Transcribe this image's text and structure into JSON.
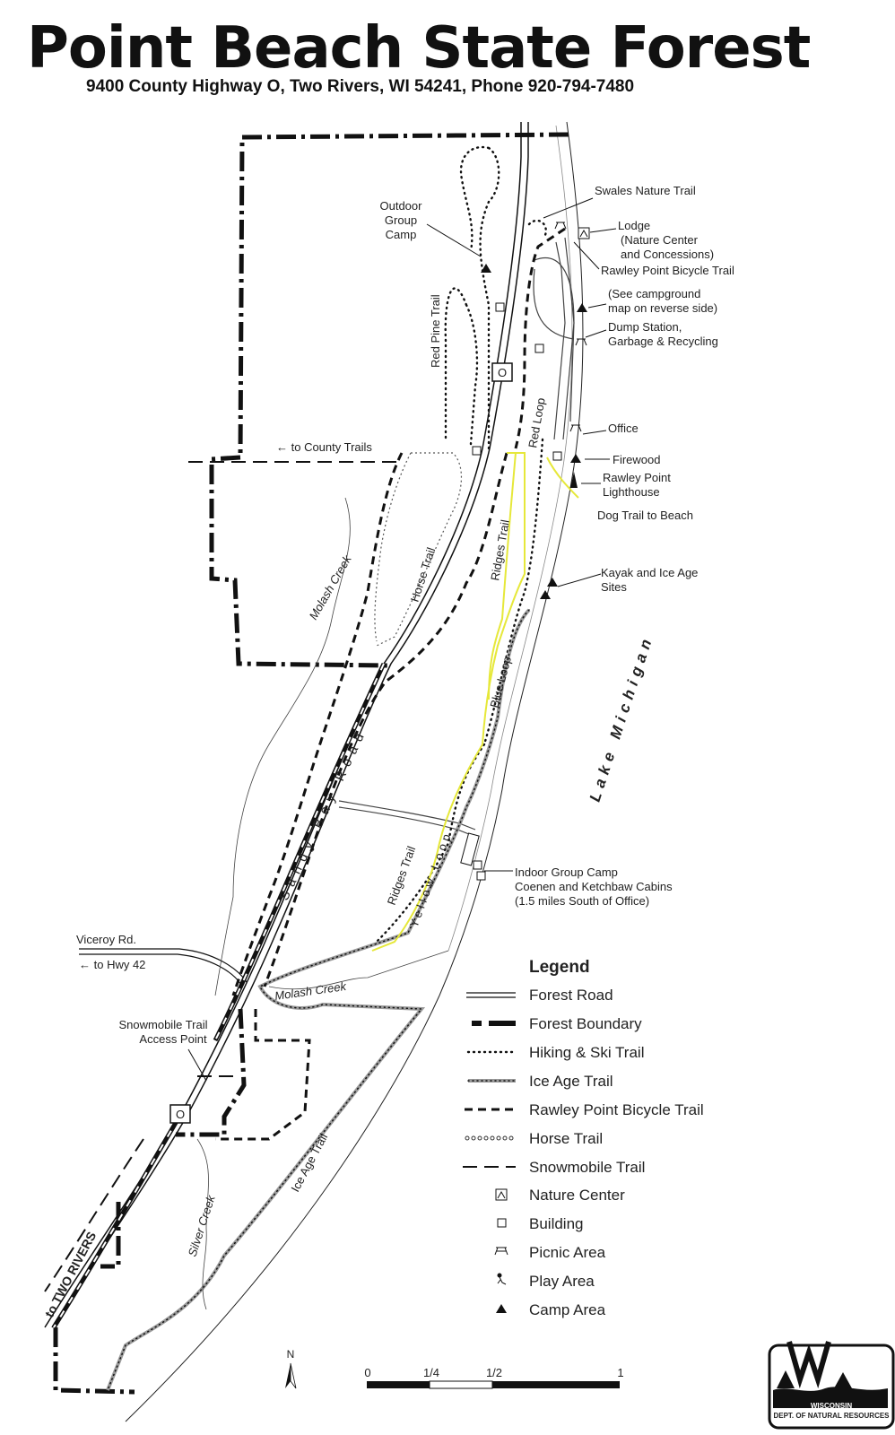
{
  "header": {
    "title": "Point Beach State Forest",
    "subtitle": "9400 County Highway O, Two Rivers, WI 54241, Phone 920-794-7480"
  },
  "map_labels": {
    "swales": "Swales Nature Trail",
    "outdoor1": "Outdoor",
    "outdoor2": "Group",
    "outdoor3": "Camp",
    "lodge1": "Lodge",
    "lodge2": "(Nature Center",
    "lodge3": "and Concessions)",
    "rawley_bike": "Rawley Point Bicycle Trail",
    "campground1": "(See campground",
    "campground2": "map on reverse side)",
    "dump1": "Dump Station,",
    "dump2": "Garbage & Recycling",
    "office": "Office",
    "firewood": "Firewood",
    "lighthouse1": "Rawley Point",
    "lighthouse2": "Lighthouse",
    "dogtrail": "Dog Trail to Beach",
    "county_trails": "← to County Trails",
    "kayak1": "Kayak and Ice Age",
    "kayak2": "Sites",
    "red_pine_trail": "Red Pine Trail",
    "red_loop": "Red Loop",
    "horse_trail": "Horse Trail",
    "ridges_trail_north": "Ridges Trail",
    "blue_loop": "Blue Loop",
    "molash_creek_north": "Molash Creek",
    "lake_michigan": "Lake Michigan",
    "sandy_bay_road": "Sandy Bay Road",
    "ridges_trail_south": "Ridges Trail",
    "yellow_loop": "Yellow Loop",
    "indoor1": "Indoor Group Camp",
    "indoor2": "Coenen and Ketchbaw Cabins",
    "indoor3": "(1.5 miles South of Office)",
    "viceroy": "Viceroy   Rd.",
    "hwy42": "←  to Hwy 42",
    "molash_creek_south": "Molash  Creek",
    "snowmobile1": "Snowmobile Trail",
    "snowmobile2": "Access Point",
    "ice_age_trail": "Ice Age Trail",
    "silver_creek": "Silver Creek",
    "two_rivers": "to TWO RIVERS",
    "highway_o_north": "O",
    "highway_o_south": "O",
    "north": "N",
    "scale_0": "0",
    "scale_quarter": "1/4",
    "scale_half": "1/2",
    "scale_1": "1",
    "logo_line1": "WISCONSIN",
    "logo_line2": "DEPT. OF NATURAL RESOURCES",
    "arrow_hwy": "←"
  },
  "legend": {
    "title": "Legend",
    "items": [
      {
        "label": "Forest Road",
        "icon": "forest-road-symbol"
      },
      {
        "label": "Forest Boundary",
        "icon": "forest-boundary-symbol"
      },
      {
        "label": "Hiking & Ski Trail",
        "icon": "hiking-ski-trail-symbol"
      },
      {
        "label": "Ice Age Trail",
        "icon": "ice-age-trail-symbol"
      },
      {
        "label": "Rawley Point Bicycle Trail",
        "icon": "bicycle-trail-symbol"
      },
      {
        "label": "Horse Trail",
        "icon": "horse-trail-symbol"
      },
      {
        "label": "Snowmobile Trail",
        "icon": "snowmobile-trail-symbol"
      },
      {
        "label": "Nature Center",
        "icon": "nature-center-icon"
      },
      {
        "label": "Building",
        "icon": "building-icon"
      },
      {
        "label": "Picnic Area",
        "icon": "picnic-area-icon"
      },
      {
        "label": "Play Area",
        "icon": "play-area-icon"
      },
      {
        "label": "Camp Area",
        "icon": "camp-area-icon"
      }
    ]
  },
  "colors": {
    "trail_yellow": "#e6e83a",
    "ink": "#111111",
    "ice_age_grey": "#9a9a9a"
  }
}
